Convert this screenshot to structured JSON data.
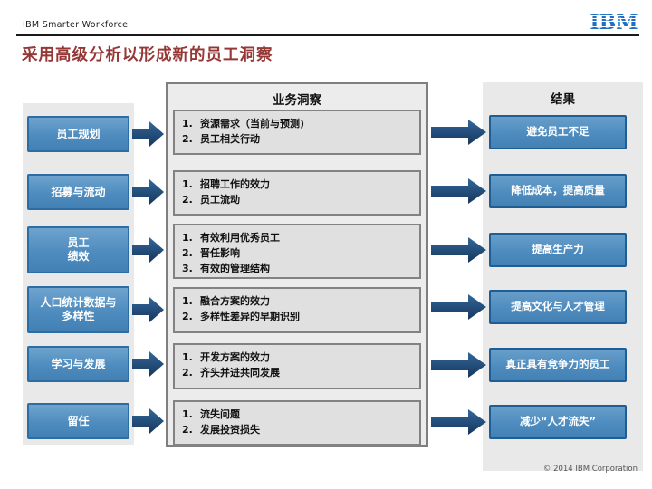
{
  "header": {
    "brand": "IBM Smarter Workforce",
    "logo_text": "IBM",
    "title": "采用高级分析以形成新的员工洞察"
  },
  "columns": {
    "insights_header": "业务洞察",
    "results_header": "结果"
  },
  "rows": [
    {
      "category_lines": [
        "员工规划"
      ],
      "insights": [
        "资源需求（当前与预测)",
        "员工相关行动"
      ],
      "result": "避免员工不足"
    },
    {
      "category_lines": [
        "招募与流动"
      ],
      "insights": [
        "招聘工作的效力",
        "员工流动"
      ],
      "result": "降低成本，提高质量"
    },
    {
      "category_lines": [
        "员工",
        "绩效"
      ],
      "insights": [
        "有效利用优秀员工",
        "晋任影响",
        "有效的管理结构"
      ],
      "result": "提高生产力"
    },
    {
      "category_lines": [
        "人口统计数据与",
        "多样性"
      ],
      "insights": [
        "融合方案的效力",
        "多样性差异的早期识别"
      ],
      "result": "提高文化与人才管理"
    },
    {
      "category_lines": [
        "学习与发展"
      ],
      "insights": [
        "开发方案的效力",
        "齐头并进共同发展"
      ],
      "result": "真正具有竞争力的员工"
    },
    {
      "category_lines": [
        "留任"
      ],
      "insights": [
        "流失问题",
        "发展投资损失"
      ],
      "result": "减少“人才流失”"
    }
  ],
  "footer": {
    "copyright": "© 2014 IBM Corporation"
  },
  "colors": {
    "title_red": "#953735",
    "box_blue": "#4e8cbf",
    "arrow_navy": "#1f4e79",
    "ibm_blue": "#1f70c1",
    "panel_gray": "#ececec"
  }
}
